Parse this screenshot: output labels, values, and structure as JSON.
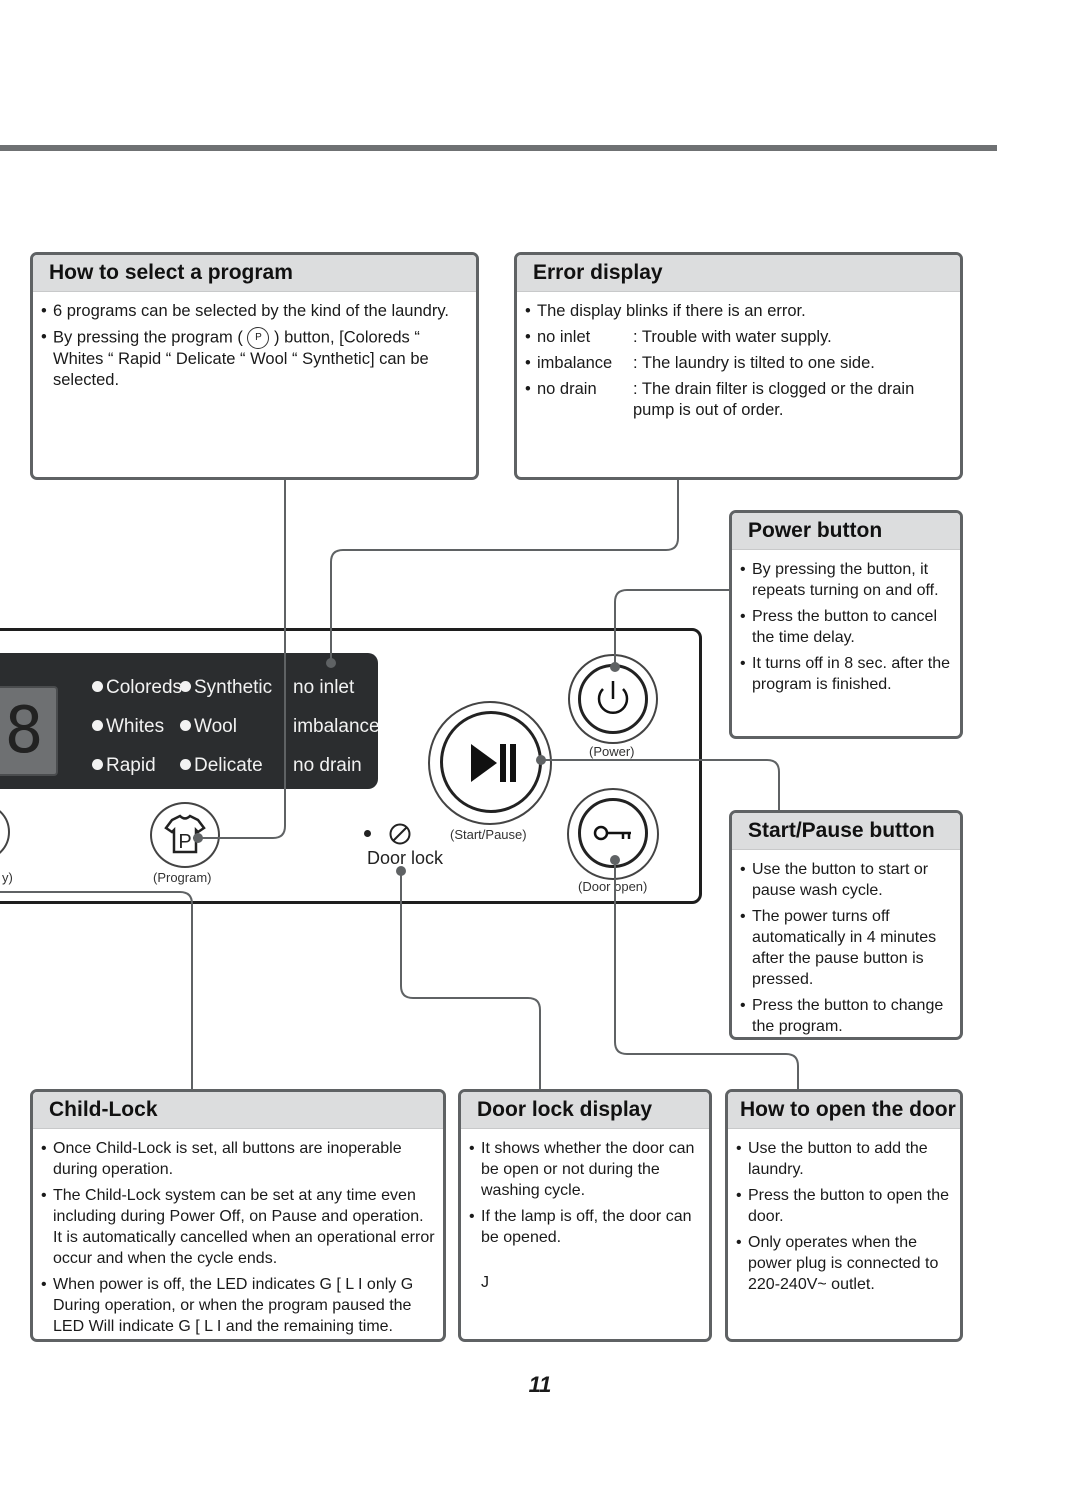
{
  "page_number": "11",
  "boxes": {
    "program": {
      "title": "How to select a program",
      "b1": "6 programs can be selected by the kind of the laundry.",
      "b2a": "By pressing the program (",
      "b2_icon": "P",
      "b2b": ") button, [Coloreds “",
      "b2c": "Whites “ Rapid “ Delicate “ Wool “ Synthetic] can be",
      "b2d": "selected."
    },
    "error": {
      "title": "Error display",
      "b1": "The display blinks if there is an error.",
      "rows": [
        {
          "term": "no inlet",
          "desc": ": Trouble with water supply."
        },
        {
          "term": "imbalance",
          "desc": ": The laundry is tilted to one side."
        },
        {
          "term": "no drain",
          "desc": ": The drain filter is clogged or the drain pump is out of order."
        }
      ]
    },
    "power": {
      "title": "Power button",
      "items": [
        "By pressing the button, it repeats turning on and off.",
        "Press the button to cancel the time delay.",
        "It turns off in 8 sec. after the program is finished."
      ]
    },
    "startpause": {
      "title": "Start/Pause button",
      "items": [
        "Use the button to start or pause wash cycle.",
        "The power turns off automatically in 4 minutes after the pause button is pressed.",
        "Press the button to change the program."
      ]
    },
    "childlock": {
      "title": "Child-Lock",
      "items": [
        "Once Child-Lock is set, all buttons are inoperable during operation.",
        "The Child-Lock system can be set at any time even including during Power Off, on Pause and operation. It is automatically cancelled when an operational error occur and when the cycle ends.",
        "When power is off, the LED indicates G  [ L I  only G During operation, or when the program paused the LED Will indicate G  [ L I  and the remaining time."
      ]
    },
    "doorlock": {
      "title": "Door lock display",
      "items": [
        "It shows whether the door can be open or not during the washing cycle.",
        "If the lamp is off, the door can be opened."
      ],
      "extra": "J"
    },
    "opendoor": {
      "title": "How to open the door",
      "items": [
        "Use the button to add the laundry.",
        "Press the button to open the door.",
        "Only operates when the power plug is connected to 220-240V~ outlet."
      ]
    }
  },
  "panel": {
    "digit": "8",
    "programs": [
      "Coloreds",
      "Synthetic",
      "Whites",
      "Wool",
      "Rapid",
      "Delicate"
    ],
    "errors": [
      "no inlet",
      "imbalance",
      "no drain"
    ],
    "program_btn_icon": "P",
    "program_label": "(Program)",
    "left_label": "y)",
    "door_lock_label": "Door lock",
    "start_pause_label": "(Start/Pause)",
    "power_label": "(Power)",
    "door_open_label": "(Door open)"
  }
}
